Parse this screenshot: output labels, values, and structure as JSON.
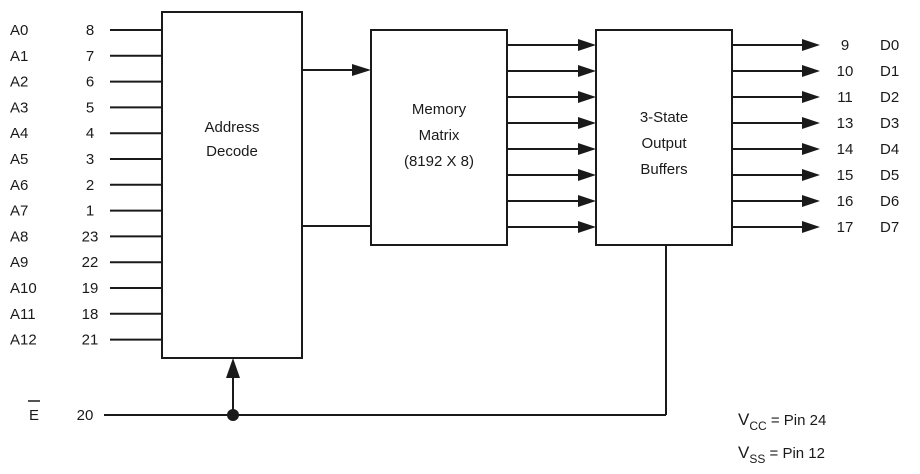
{
  "address_pins": [
    {
      "name": "A0",
      "pin": "8"
    },
    {
      "name": "A1",
      "pin": "7"
    },
    {
      "name": "A2",
      "pin": "6"
    },
    {
      "name": "A3",
      "pin": "5"
    },
    {
      "name": "A4",
      "pin": "4"
    },
    {
      "name": "A5",
      "pin": "3"
    },
    {
      "name": "A6",
      "pin": "2"
    },
    {
      "name": "A7",
      "pin": "1"
    },
    {
      "name": "A8",
      "pin": "23"
    },
    {
      "name": "A9",
      "pin": "22"
    },
    {
      "name": "A10",
      "pin": "19"
    },
    {
      "name": "A11",
      "pin": "18"
    },
    {
      "name": "A12",
      "pin": "21"
    }
  ],
  "data_pins": [
    {
      "pin": "9",
      "name": "D0"
    },
    {
      "pin": "10",
      "name": "D1"
    },
    {
      "pin": "11",
      "name": "D2"
    },
    {
      "pin": "13",
      "name": "D3"
    },
    {
      "pin": "14",
      "name": "D4"
    },
    {
      "pin": "15",
      "name": "D5"
    },
    {
      "pin": "16",
      "name": "D6"
    },
    {
      "pin": "17",
      "name": "D7"
    }
  ],
  "enable": {
    "name": "E",
    "pin": "20"
  },
  "blocks": {
    "decode": [
      "Address",
      "Decode"
    ],
    "matrix": [
      "Memory",
      "Matrix",
      "(8192 X 8)"
    ],
    "buffers": [
      "3-State",
      "Output",
      "Buffers"
    ]
  },
  "power": {
    "vcc_sym": "V",
    "vcc_sub": "CC",
    "vcc_text": " = Pin 24",
    "vss_sym": "V",
    "vss_sub": "SS",
    "vss_text": " = Pin 12"
  }
}
